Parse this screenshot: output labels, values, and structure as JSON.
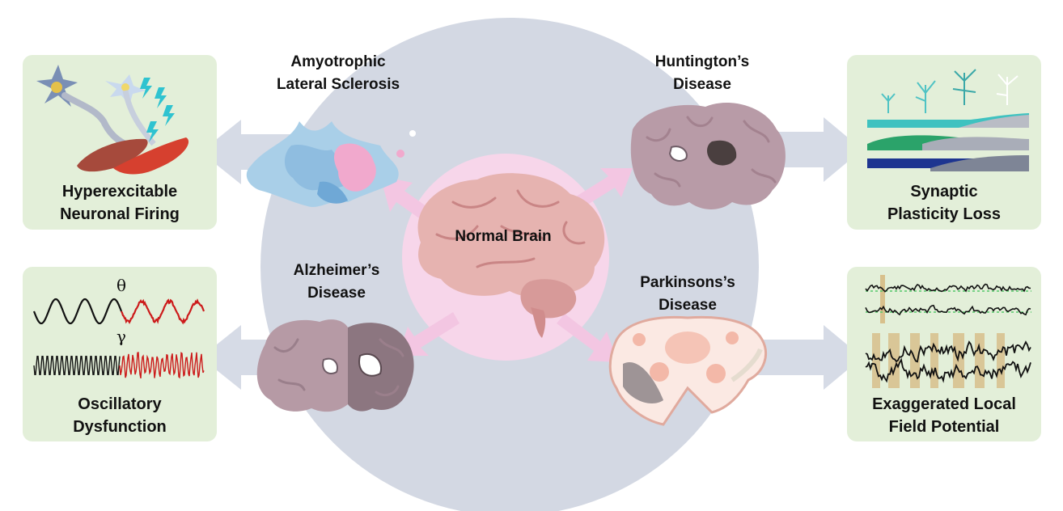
{
  "center": {
    "label": "Normal Brain"
  },
  "diseases": {
    "als": {
      "line1": "Amyotrophic",
      "line2": "Lateral Sclerosis"
    },
    "huntington": {
      "line1": "Huntington’s",
      "line2": "Disease"
    },
    "alzheimer": {
      "line1": "Alzheimer’s",
      "line2": "Disease"
    },
    "parkinson": {
      "line1": "Parkinsons’s",
      "line2": "Disease"
    }
  },
  "panels": {
    "firing": {
      "line1": "Hyperexcitable",
      "line2": "Neuronal Firing",
      "icon": "neuron-muscle-icon"
    },
    "plasticity": {
      "line1": "Synaptic",
      "line2": "Plasticity Loss",
      "icon": "synapse-decline-icon"
    },
    "oscillatory": {
      "line1": "Oscillatory",
      "line2": "Dysfunction",
      "theta_symbol": "θ",
      "gamma_symbol": "γ",
      "icon": "waveform-icon"
    },
    "lfp": {
      "line1": "Exaggerated Local",
      "line2": "Field Potential",
      "icon": "lfp-trace-icon"
    }
  },
  "colors": {
    "big_circle": "#d3d8e3",
    "inner_circle": "#f7d6ea",
    "panel_bg": "#e3efd9",
    "outer_arrow": "#d6dbe6",
    "inner_arrow": "#f3c6e2",
    "brain": "#e6b3b0",
    "diseased_brain": "#b59aa6",
    "wave_normal": "#111111",
    "wave_abnormal": "#cc1a1a"
  }
}
